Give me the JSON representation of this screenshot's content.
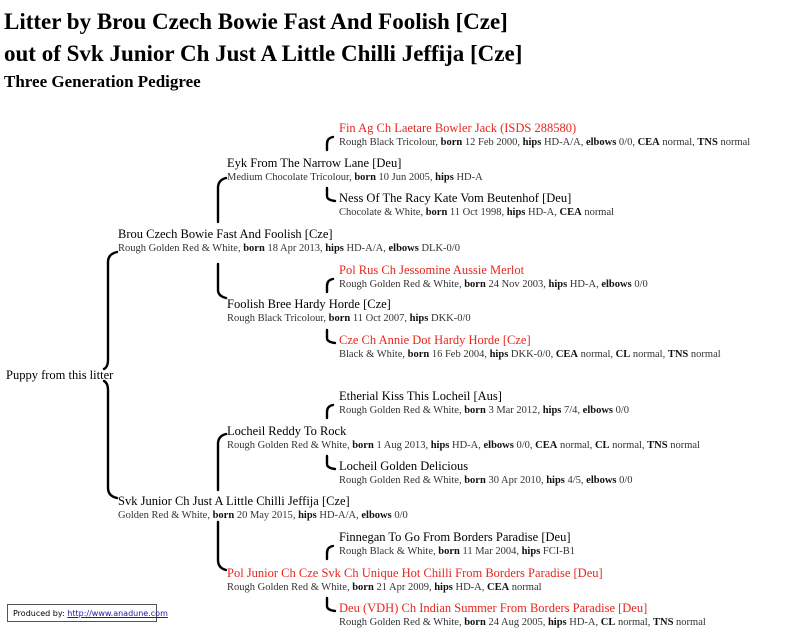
{
  "title_line1": "Litter by Brou Czech Bowie Fast And Foolish [Cze]",
  "title_line2": "out of Svk Junior Ch Just A Little Chilli Jeffija [Cze]",
  "subtitle": "Three Generation Pedigree",
  "puppy_label": "Puppy from this litter",
  "labels": {
    "born": "born",
    "hips": "hips",
    "elbows": "elbows",
    "cea": "CEA",
    "tns": "TNS",
    "cl": "CL"
  },
  "dogs": {
    "sire": {
      "name": "Brou Czech Bowie Fast And Foolish [Cze]",
      "color": "Rough Golden Red & White",
      "born": "18 Apr 2013",
      "hips": "HD-A/A",
      "elbows": "DLK-0/0"
    },
    "dam": {
      "name": "Svk Junior Ch Just A Little Chilli Jeffija [Cze]",
      "color": "Golden Red & White",
      "born": "20 May 2015",
      "hips": "HD-A/A",
      "elbows": "0/0"
    },
    "ss": {
      "name": "Eyk From The Narrow Lane [Deu]",
      "color": "Medium Chocolate Tricolour",
      "born": "10 Jun 2005",
      "hips": "HD-A"
    },
    "sd": {
      "name": "Foolish Bree Hardy Horde [Cze]",
      "color": "Rough Black Tricolour",
      "born": "11 Oct 2007",
      "hips": "DKK-0/0"
    },
    "ds": {
      "name": "Locheil Reddy To Rock",
      "color": "Rough Golden Red & White",
      "born": "1 Aug 2013",
      "hips": "HD-A",
      "elbows": "0/0",
      "cea": "normal",
      "cl": "normal",
      "tns": "normal"
    },
    "dd": {
      "name": "Pol Junior Ch Cze Svk Ch Unique Hot Chilli From Borders Paradise [Deu]",
      "color": "Rough Golden Red & White",
      "born": "21 Apr 2009",
      "hips": "HD-A",
      "cea": "normal"
    },
    "sss": {
      "name": "Fin Ag Ch Laetare Bowler Jack (ISDS 288580)",
      "color": "Rough Black Tricolour",
      "born": "12 Feb 2000",
      "hips": "HD-A/A",
      "elbows": "0/0",
      "cea": "normal",
      "tns": "normal"
    },
    "ssd": {
      "name": "Ness Of The Racy Kate Vom Beutenhof [Deu]",
      "color": "Chocolate & White",
      "born": "11 Oct 1998",
      "hips": "HD-A",
      "cea": "normal"
    },
    "sds": {
      "name": "Pol Rus Ch Jessomine Aussie Merlot",
      "color": "Rough Golden Red & White",
      "born": "24 Nov 2003",
      "hips": "HD-A",
      "elbows": "0/0"
    },
    "sdd": {
      "name": "Cze Ch Annie Dot Hardy Horde [Cze]",
      "color": "Black & White",
      "born": "16 Feb 2004",
      "hips": "DKK-0/0",
      "cea": "normal",
      "cl": "normal",
      "tns": "normal"
    },
    "dss": {
      "name": "Etherial Kiss This Locheil [Aus]",
      "color": "Rough Golden Red & White",
      "born": "3 Mar 2012",
      "hips": "7/4",
      "elbows": "0/0"
    },
    "dsd": {
      "name": "Locheil Golden Delicious",
      "color": "Rough Golden Red & White",
      "born": "30 Apr 2010",
      "hips": "4/5",
      "elbows": "0/0"
    },
    "dds": {
      "name": "Finnegan To Go From Borders Paradise [Deu]",
      "color": "Rough Black & White",
      "born": "11 Mar 2004",
      "hips": "FCI-B1"
    },
    "ddd": {
      "name": "Deu (VDH) Ch Indian Summer From Borders Paradise [Deu]",
      "color": "Rough Golden Red & White",
      "born": "24 Aug 2005",
      "hips": "HD-A",
      "cl": "normal",
      "tns": "normal"
    }
  },
  "footer": {
    "label": "Produced by:",
    "link": "http://www.anadune.com"
  },
  "colors": {
    "champion_name": "#e8261d",
    "text": "#000000",
    "details": "#333333",
    "link": "#1a1aa6"
  }
}
